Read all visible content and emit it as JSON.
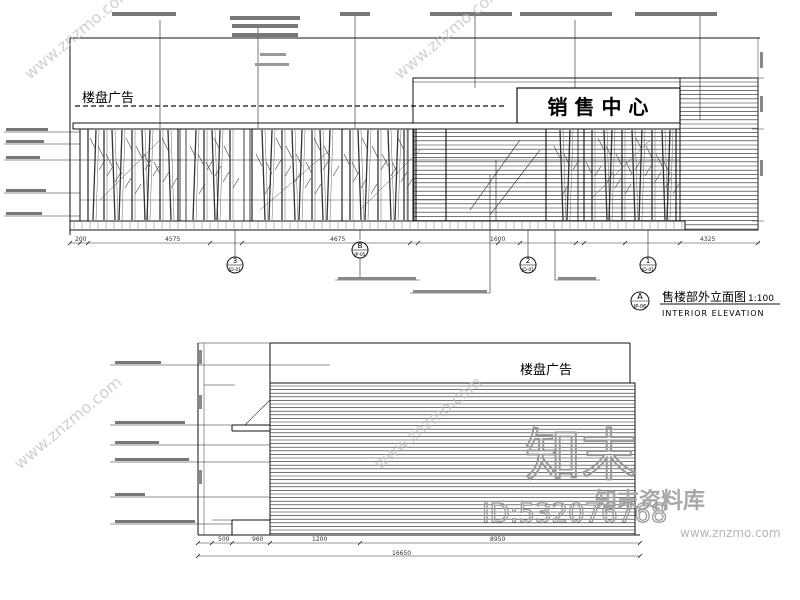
{
  "upper_elevation": {
    "sign_text": "销 售 中 心",
    "billboard_text": "楼盘广告",
    "title": "售楼部外立面图",
    "subtitle": "INTERIOR ELEVATION",
    "scale": "1:100",
    "ref_mark": {
      "top": "A",
      "bottom": "JP-06"
    },
    "section_markers": [
      {
        "top": "3",
        "bottom": "JD-01"
      },
      {
        "top": "B",
        "bottom": "JP-05"
      },
      {
        "top": "2",
        "bottom": "JD-01"
      },
      {
        "top": "1",
        "bottom": "JD-01"
      }
    ],
    "dim_values": [
      "200",
      "4575",
      "4675",
      "1600",
      "4325"
    ]
  },
  "lower_elevation": {
    "billboard_text": "楼盘广告",
    "dim_values": [
      "500",
      "960",
      "1200",
      "8950",
      "16650"
    ]
  },
  "watermark": {
    "brand_big": "知末",
    "brand_cn": "知末资料库",
    "id_text": "ID:532076768",
    "site": "www.znzmo.com"
  },
  "colors": {
    "line": "#111111",
    "watermark": "#bdbdbd",
    "background": "#ffffff"
  }
}
